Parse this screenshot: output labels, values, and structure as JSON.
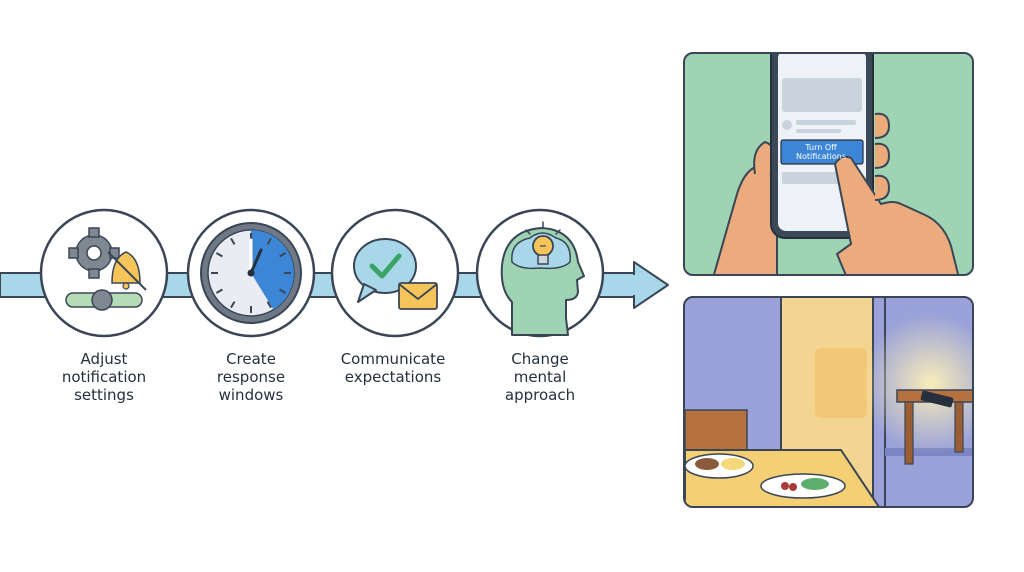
{
  "steps": [
    {
      "label": "Adjust\nnotification\nsettings",
      "icon": "gear-bell-toggle-icon"
    },
    {
      "label": "Create\nresponse\nwindows",
      "icon": "clock-icon"
    },
    {
      "label": "Communicate\nexpectations",
      "icon": "chat-envelope-icon"
    },
    {
      "label": "Change\nmental\napproach",
      "icon": "head-lightbulb-icon"
    }
  ],
  "phone": {
    "button_label": "Turn Off\nNotifications"
  },
  "colors": {
    "arrow": "#a9d7ea",
    "outline": "#3a4656",
    "accent_blue": "#3d86d6",
    "panel_green": "#9ed3b4",
    "room_purple": "#9aa2d9",
    "bell_yellow": "#f5c55a"
  }
}
